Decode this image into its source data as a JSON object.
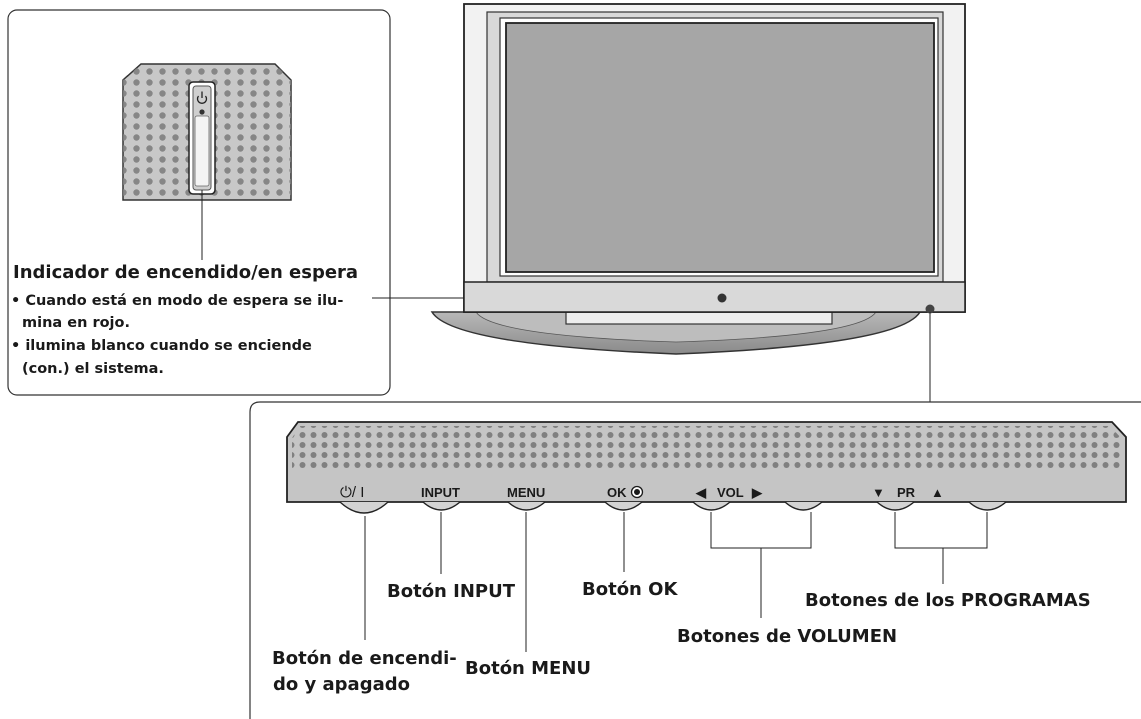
{
  "indicator_box": {
    "title": "Indicador de encendido/en espera",
    "bullets": [
      "• Cuando está en modo de espera se ilu-",
      "mina en rojo.",
      "• ilumina blanco cuando se enciende",
      "(con.) el sistema."
    ]
  },
  "panel_buttons": {
    "power": "⏻/ I",
    "input": "INPUT",
    "menu": "MENU",
    "ok": "OK",
    "vol_left_arrow": "◀",
    "vol": "VOL",
    "vol_right_arrow": "▶",
    "pr_down_arrow": "▼",
    "pr": "PR",
    "pr_up_arrow": "▲"
  },
  "callouts": {
    "input": "Botón INPUT",
    "ok": "Botón OK",
    "programs": "Botones de los PROGRAMAS",
    "volume": "Botones de VOLUMEN",
    "power_line1": "Botón de encendi-",
    "power_line2": "do y apagado",
    "menu": "Botón MENU"
  }
}
